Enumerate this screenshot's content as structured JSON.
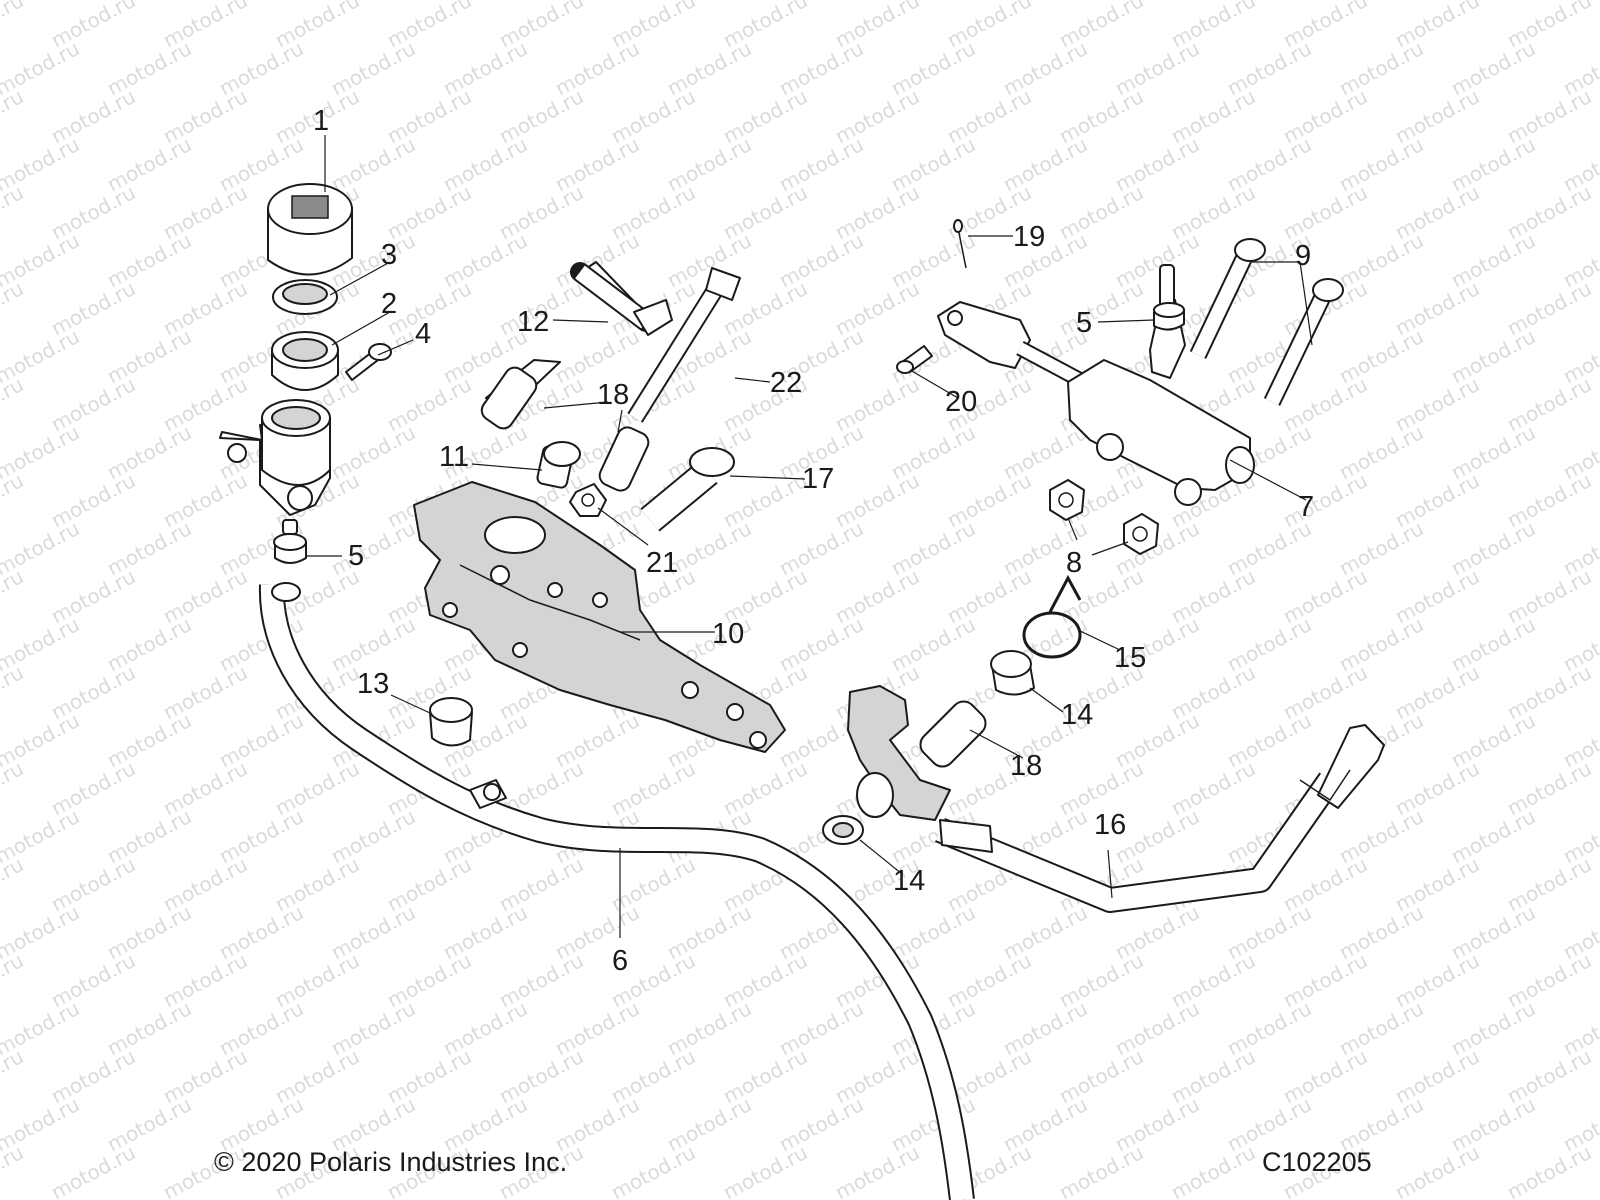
{
  "watermark": "motod.ru",
  "callouts": [
    "1",
    "3",
    "2",
    "4",
    "5",
    "12",
    "18",
    "22",
    "11",
    "18",
    "17",
    "21",
    "10",
    "13",
    "6",
    "19",
    "5",
    "9",
    "20",
    "7",
    "8",
    "8",
    "15",
    "14",
    "18",
    "14",
    "16"
  ],
  "footer": {
    "copyright": "© 2020 Polaris Industries Inc.",
    "figure_code": "C102205"
  }
}
